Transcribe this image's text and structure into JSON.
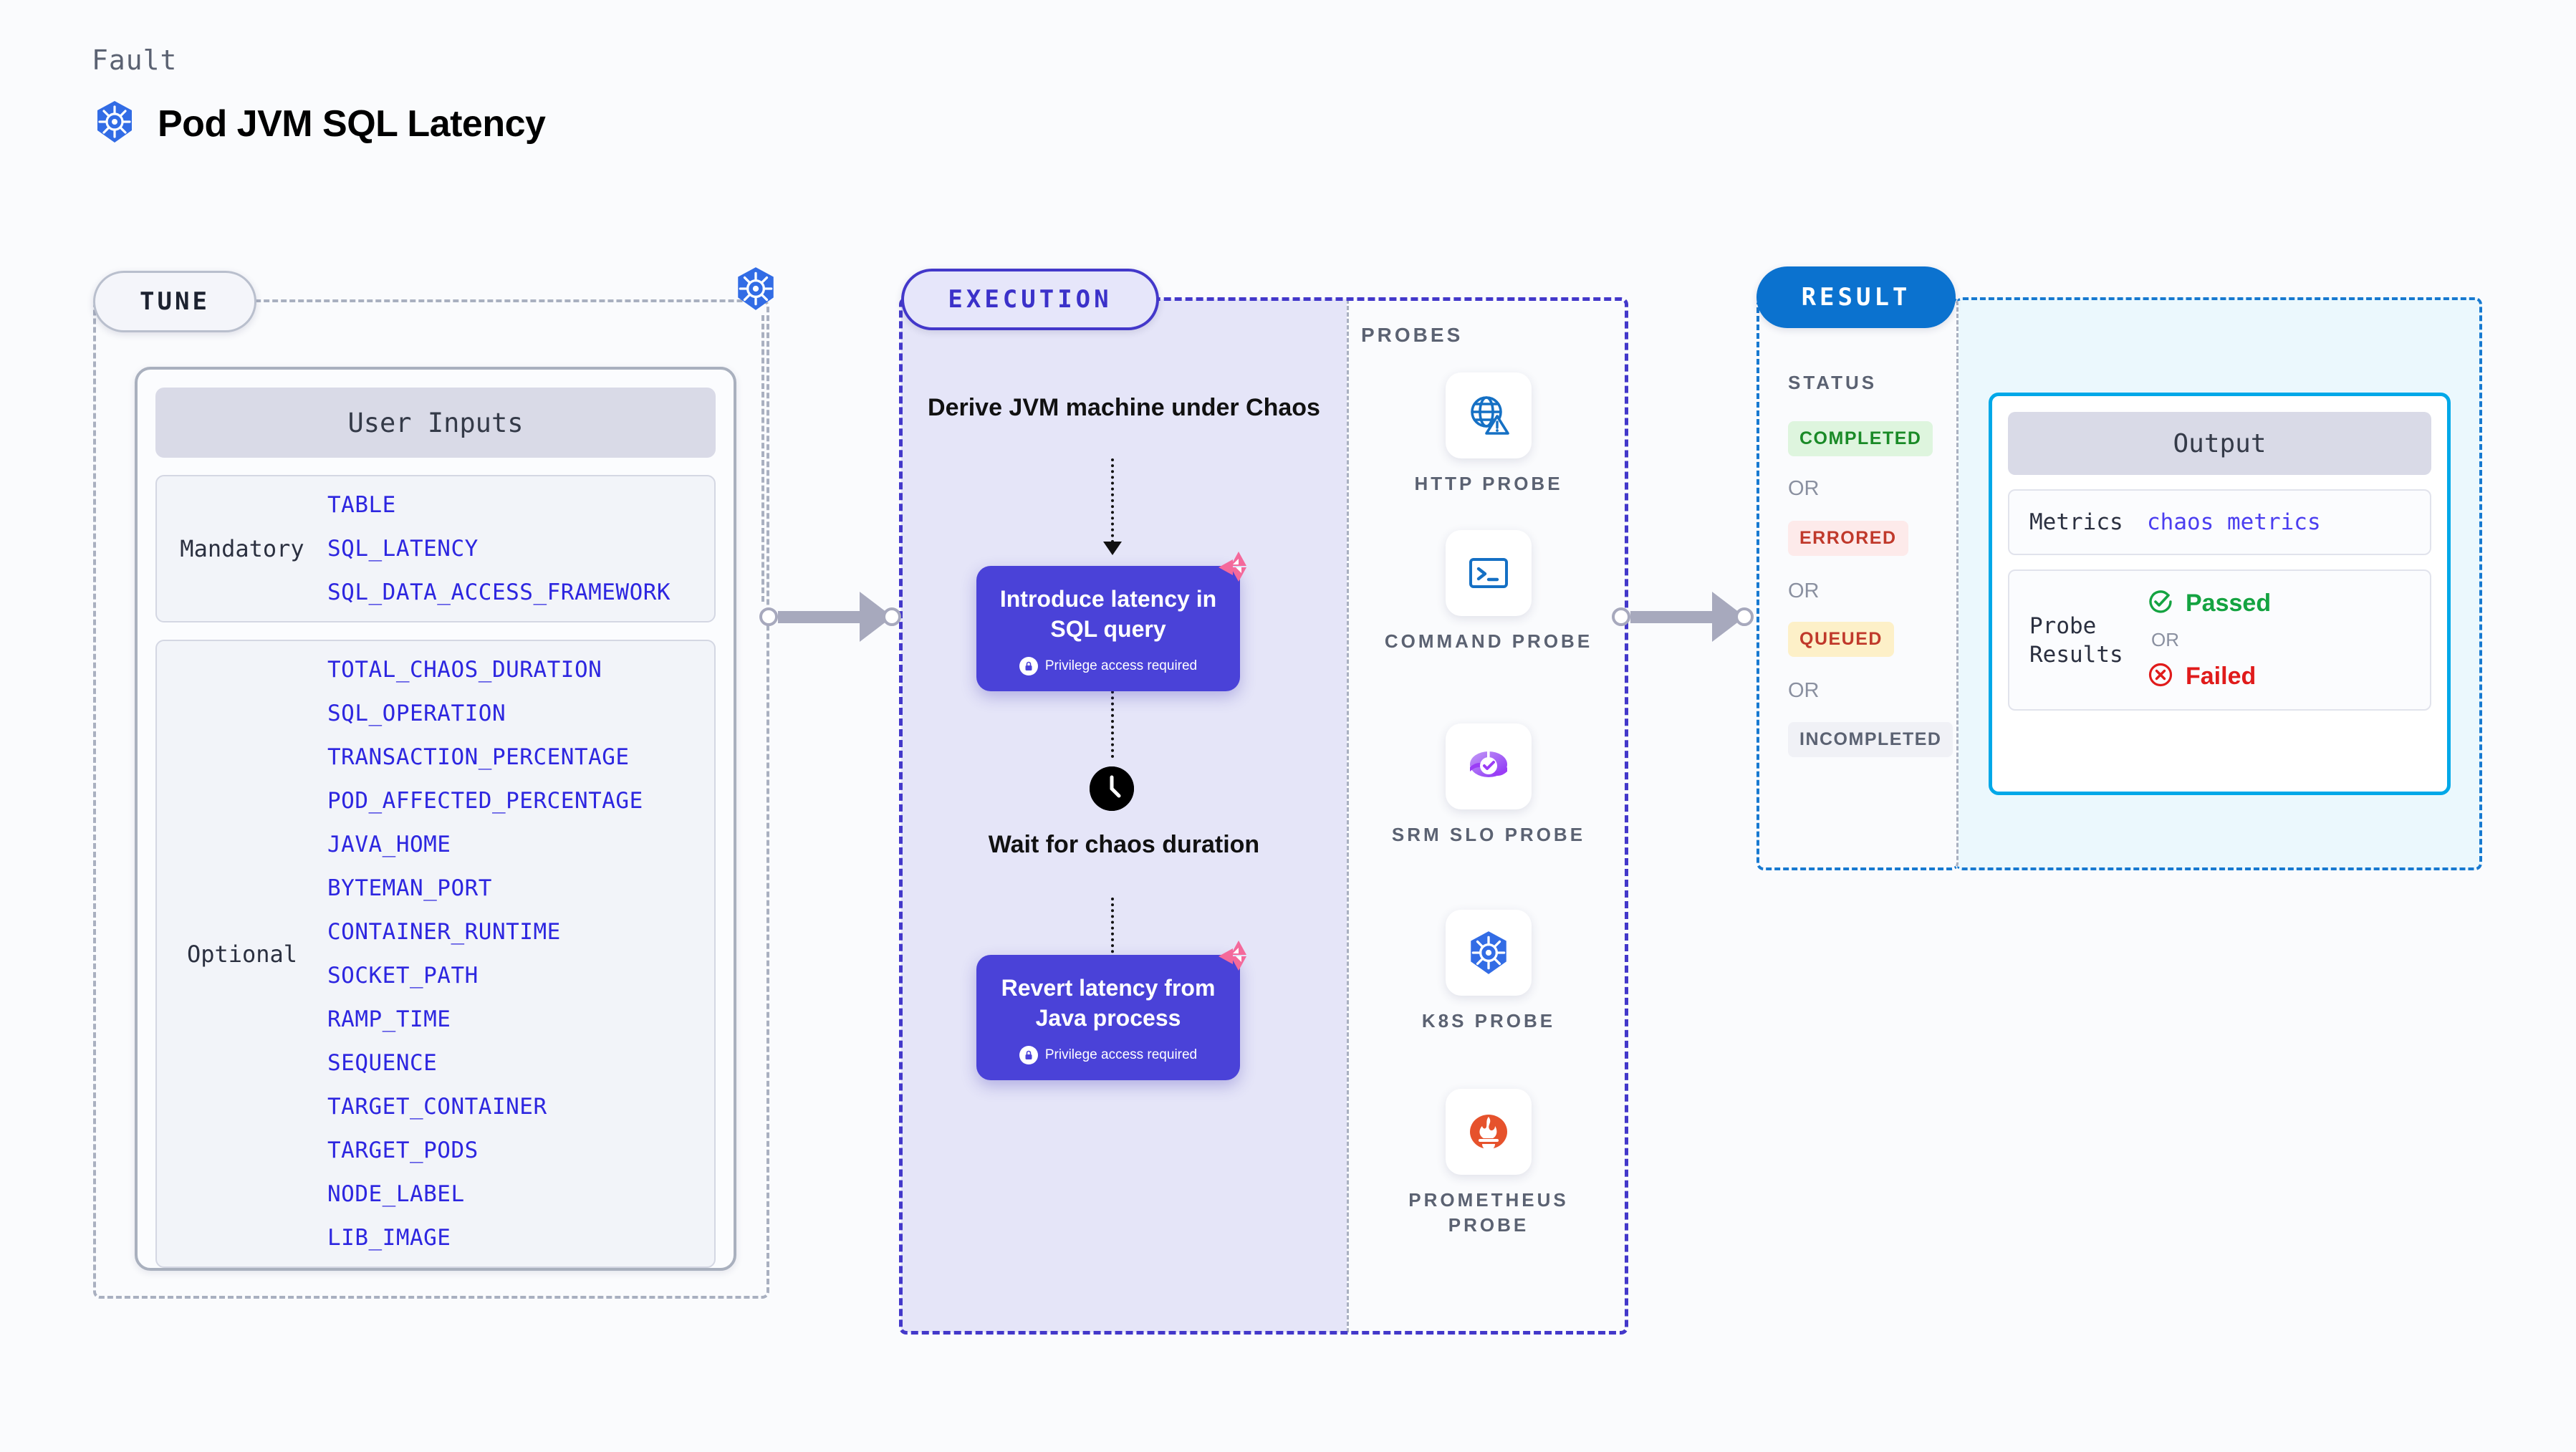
{
  "header": {
    "eyebrow": "Fault",
    "title": "Pod JVM SQL Latency",
    "icon": "kubernetes-icon"
  },
  "tune": {
    "badge": "TUNE",
    "k8s_icon": "kubernetes-icon",
    "inputs_card_title": "User Inputs",
    "groups": [
      {
        "kind": "Mandatory",
        "params": [
          "TABLE",
          "SQL_LATENCY",
          "SQL_DATA_ACCESS_FRAMEWORK"
        ]
      },
      {
        "kind": "Optional",
        "params": [
          "TOTAL_CHAOS_DURATION",
          "SQL_OPERATION",
          "TRANSACTION_PERCENTAGE",
          "POD_AFFECTED_PERCENTAGE",
          "JAVA_HOME",
          "BYTEMAN_PORT",
          "CONTAINER_RUNTIME",
          "SOCKET_PATH",
          "RAMP_TIME",
          "SEQUENCE",
          "TARGET_CONTAINER",
          "TARGET_PODS",
          "NODE_LABEL",
          "LIB_IMAGE"
        ]
      }
    ]
  },
  "execution": {
    "badge": "EXECUTION",
    "steps": [
      {
        "type": "text",
        "label": "Derive JVM machine under Chaos"
      },
      {
        "type": "card",
        "label": "Introduce latency in SQL query",
        "privilege": "Privilege access required",
        "badge_icon": "chaos-badge-icon",
        "lock_icon": "lock-icon"
      },
      {
        "type": "wait",
        "label": "Wait for chaos duration",
        "icon": "clock-icon"
      },
      {
        "type": "card",
        "label": "Revert latency from Java process",
        "privilege": "Privilege access required",
        "badge_icon": "chaos-badge-icon",
        "lock_icon": "lock-icon"
      }
    ],
    "probes": {
      "label": "PROBES",
      "items": [
        {
          "name": "HTTP PROBE",
          "icon": "globe-warning-icon"
        },
        {
          "name": "COMMAND PROBE",
          "icon": "terminal-icon"
        },
        {
          "name": "SRM SLO PROBE",
          "icon": "srm-slo-icon"
        },
        {
          "name": "K8S PROBE",
          "icon": "kubernetes-icon"
        },
        {
          "name": "PROMETHEUS PROBE",
          "icon": "prometheus-icon"
        }
      ]
    }
  },
  "result": {
    "badge": "RESULT",
    "status_label": "STATUS",
    "or_label": "OR",
    "statuses": [
      {
        "label": "COMPLETED",
        "color": "#1a8a27",
        "bg": "#def5de"
      },
      {
        "label": "ERRORED",
        "color": "#c0392b",
        "bg": "#fdeaea"
      },
      {
        "label": "QUEUED",
        "color": "#c0392b",
        "bg": "#fdf0c8"
      },
      {
        "label": "INCOMPLETED",
        "color": "#5b6272",
        "bg": "#f0f1f6"
      }
    ],
    "output": {
      "title": "Output",
      "metrics_key": "Metrics",
      "metrics_value": "chaos metrics",
      "probe_results_key": "Probe Results",
      "passed_label": "Passed",
      "failed_label": "Failed",
      "or_label": "OR",
      "passed_icon": "check-circle-icon",
      "failed_icon": "x-circle-icon"
    }
  },
  "colors": {
    "accent_purple": "#4a42d8",
    "accent_blue": "#0b72cf",
    "cyan_border": "#00a8e8",
    "param_blue": "#2d26e0",
    "chaos_pink": "#f4699b"
  }
}
